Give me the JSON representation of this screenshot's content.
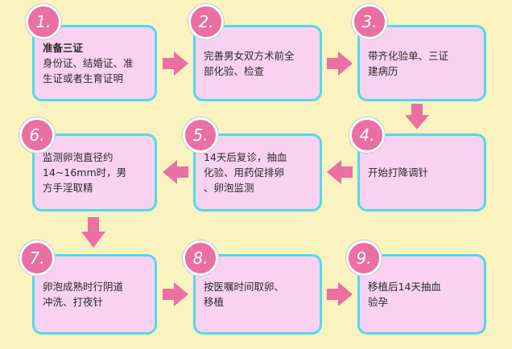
{
  "colors": {
    "background": "#fbf3bf",
    "box_fill": "#f9d2f1",
    "box_border": "#52d9ec",
    "badge_fill": "#ea6fa3",
    "arrow": "#ea6fa3"
  },
  "steps": [
    {
      "number": "1.",
      "lines": [
        "准备三证",
        "身份证、结婚证、准",
        "生证或者生育证明"
      ]
    },
    {
      "number": "2.",
      "lines": [
        "完善男女双方术前全",
        "部化验、检查"
      ]
    },
    {
      "number": "3.",
      "lines": [
        "带齐化验单、三证",
        "建病历"
      ]
    },
    {
      "number": "4.",
      "lines": [
        "开始打降调针"
      ]
    },
    {
      "number": "5.",
      "lines": [
        "14天后复诊，抽血",
        "化验、用药促排卵",
        "、卵泡监测"
      ]
    },
    {
      "number": "6.",
      "lines": [
        "监测卵泡直径约",
        "14~16mm时，男",
        "方手淫取精"
      ]
    },
    {
      "number": "7.",
      "lines": [
        "卵泡成熟时行阴道",
        "冲洗、打夜针"
      ]
    },
    {
      "number": "8.",
      "lines": [
        "按医嘱时间取卵、",
        "移植"
      ]
    },
    {
      "number": "9.",
      "lines": [
        "移植后14天抽血",
        "验孕"
      ]
    }
  ]
}
